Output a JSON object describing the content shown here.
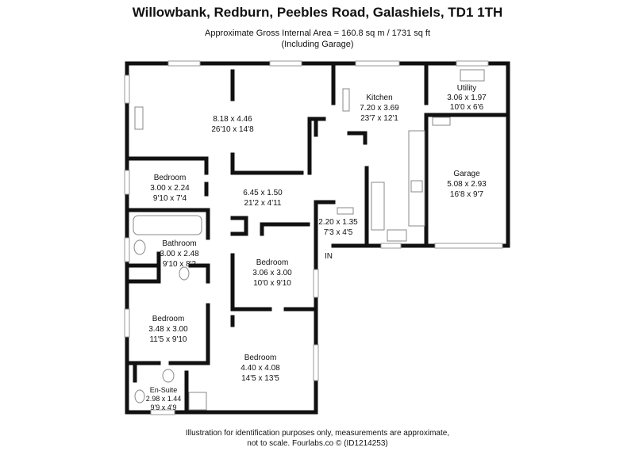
{
  "header": {
    "title": "Willowbank, Redburn, Peebles Road, Galashiels, TD1 1TH",
    "area_line": "Approximate Gross Internal Area = 160.8 sq m / 1731 sq ft",
    "area_note": "(Including Garage)"
  },
  "rooms": {
    "living": {
      "metric": "8.18 x 4.46",
      "imperial": "26'10 x 14'8"
    },
    "kitchen": {
      "name": "Kitchen",
      "metric": "7.20 x 3.69",
      "imperial": "23'7 x 12'1"
    },
    "utility": {
      "name": "Utility",
      "metric": "3.06 x 1.97",
      "imperial": "10'0 x 6'6"
    },
    "garage": {
      "name": "Garage",
      "metric": "5.08 x 2.93",
      "imperial": "16'8 x 9'7"
    },
    "hall": {
      "metric": "6.45 x 1.50",
      "imperial": "21'2 x 4'11"
    },
    "porch": {
      "metric": "2.20 x 1.35",
      "imperial": "7'3 x 4'5"
    },
    "bedroom1": {
      "name": "Bedroom",
      "metric": "3.00 x 2.24",
      "imperial": "9'10 x 7'4"
    },
    "bathroom": {
      "name": "Bathroom",
      "metric": "3.00 x 2.48",
      "imperial": "9'10 x 8'2"
    },
    "bedroom2": {
      "name": "Bedroom",
      "metric": "3.06 x 3.00",
      "imperial": "10'0 x 9'10"
    },
    "bedroom3": {
      "name": "Bedroom",
      "metric": "3.48 x 3.00",
      "imperial": "11'5 x 9'10"
    },
    "bedroom4": {
      "name": "Bedroom",
      "metric": "4.40 x 4.08",
      "imperial": "14'5 x 13'5"
    },
    "ensuite": {
      "name": "En-Suite",
      "metric": "2.98 x 1.44",
      "imperial": "9'9 x 4'9"
    }
  },
  "entrance_label": "IN",
  "footer": {
    "line1": "Illustration for identification purposes only, measurements are approximate,",
    "line2": "not to scale. Fourlabs.co © (ID1214253)"
  },
  "colors": {
    "wall": "#111111",
    "fixture": "#888888"
  }
}
